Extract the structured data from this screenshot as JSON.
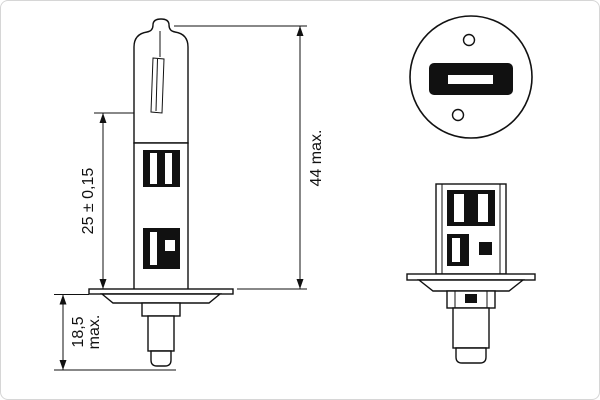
{
  "drawing": {
    "dimension_labels": {
      "body_length": "25 ± 0,15",
      "overall_length": "44 max.",
      "pin_length_value": "18,5",
      "pin_length_unit": "max."
    },
    "colors": {
      "ink": "#111111",
      "background": "#ffffff"
    }
  }
}
